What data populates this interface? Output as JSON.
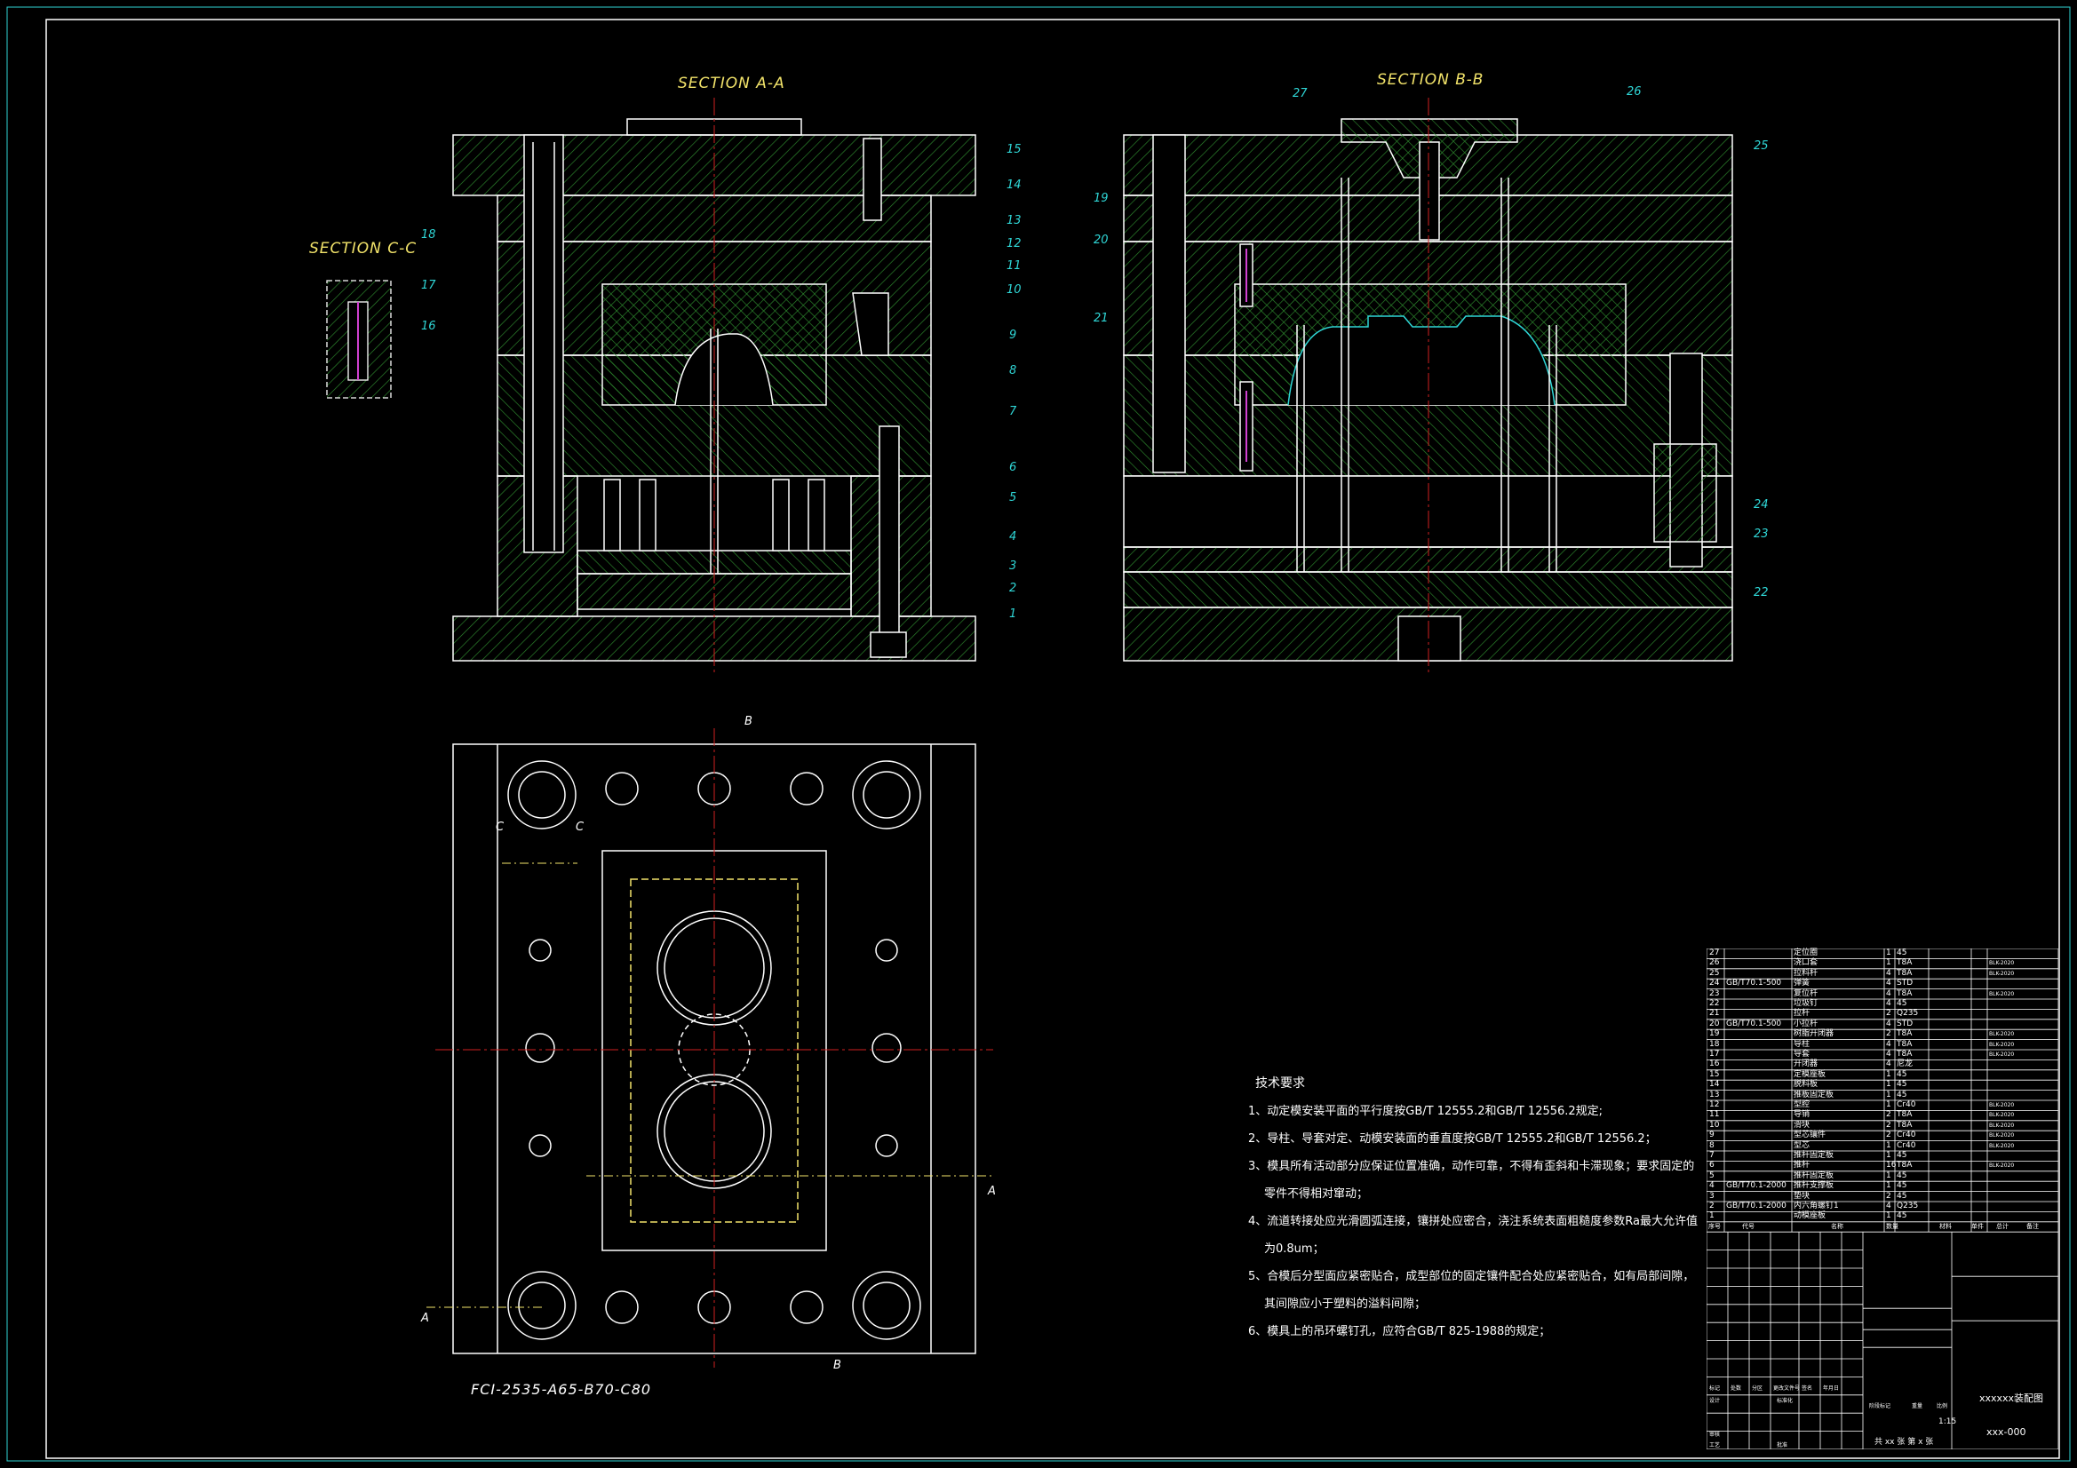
{
  "views": {
    "section_aa": "SECTION A-A",
    "section_bb": "SECTION B-B",
    "section_cc": "SECTION C-C"
  },
  "callouts": {
    "aa": [
      "15",
      "14",
      "13",
      "12",
      "11",
      "10",
      "9",
      "8",
      "7",
      "6",
      "5",
      "4",
      "3",
      "2",
      "1",
      "18",
      "17",
      "16"
    ],
    "bb": [
      "27",
      "26",
      "25",
      "19",
      "20",
      "21",
      "24",
      "23",
      "22"
    ]
  },
  "cut_marks": {
    "a": "A",
    "b": "B",
    "c": "C"
  },
  "model_code": "FCI-2535-A65-B70-C80",
  "tech_requirements": {
    "title": "技术要求",
    "items": [
      "1、动定模安装平面的平行度按GB/T 12555.2和GB/T 12556.2规定;",
      "2、导柱、导套对定、动模安装面的垂直度按GB/T 12555.2和GB/T 12556.2；",
      "3、模具所有活动部分应保证位置准确，动作可靠，不得有歪斜和卡滞现象；要求固定的",
      "零件不得相对窜动；",
      "4、流道转接处应光滑圆弧连接，镶拼处应密合，浇注系统表面粗糙度参数Ra最大允许值",
      "为0.8um；",
      "5、合模后分型面应紧密贴合，成型部位的固定镶件配合处应紧密贴合，如有局部间隙，",
      "其间隙应小于塑料的溢料间隙；",
      "6、模具上的吊环螺钉孔，应符合GB/T 825-1988的规定；"
    ]
  },
  "bom": [
    {
      "no": "27",
      "std": "",
      "name": "定位圈",
      "qty": "1",
      "mat": "45",
      "note": ""
    },
    {
      "no": "26",
      "std": "",
      "name": "浇口套",
      "qty": "1",
      "mat": "T8A",
      "note": "BLK-2020"
    },
    {
      "no": "25",
      "std": "",
      "name": "拉料杆",
      "qty": "4",
      "mat": "T8A",
      "note": "BLK-2020"
    },
    {
      "no": "24",
      "std": "GB/T70.1-500",
      "name": "弹簧",
      "qty": "4",
      "mat": "STD",
      "note": ""
    },
    {
      "no": "23",
      "std": "",
      "name": "复位杆",
      "qty": "4",
      "mat": "T8A",
      "note": "BLK-2020"
    },
    {
      "no": "22",
      "std": "",
      "name": "垃圾钉",
      "qty": "4",
      "mat": "45",
      "note": ""
    },
    {
      "no": "21",
      "std": "",
      "name": "拉杆",
      "qty": "2",
      "mat": "Q235",
      "note": ""
    },
    {
      "no": "20",
      "std": "GB/T70.1-500",
      "name": "小拉杆",
      "qty": "4",
      "mat": "STD",
      "note": ""
    },
    {
      "no": "19",
      "std": "",
      "name": "树脂开闭器",
      "qty": "2",
      "mat": "T8A",
      "note": "BLK-2020"
    },
    {
      "no": "18",
      "std": "",
      "name": "导柱",
      "qty": "4",
      "mat": "T8A",
      "note": "BLK-2020"
    },
    {
      "no": "17",
      "std": "",
      "name": "导套",
      "qty": "4",
      "mat": "T8A",
      "note": "BLK-2020"
    },
    {
      "no": "16",
      "std": "",
      "name": "开闭器",
      "qty": "4",
      "mat": "尼龙",
      "note": ""
    },
    {
      "no": "15",
      "std": "",
      "name": "定模座板",
      "qty": "1",
      "mat": "45",
      "note": ""
    },
    {
      "no": "14",
      "std": "",
      "name": "脱料板",
      "qty": "1",
      "mat": "45",
      "note": ""
    },
    {
      "no": "13",
      "std": "",
      "name": "推板固定板",
      "qty": "1",
      "mat": "45",
      "note": ""
    },
    {
      "no": "12",
      "std": "",
      "name": "型腔",
      "qty": "1",
      "mat": "Cr40",
      "note": "BLK-2020"
    },
    {
      "no": "11",
      "std": "",
      "name": "导销",
      "qty": "2",
      "mat": "T8A",
      "note": "BLK-2020"
    },
    {
      "no": "10",
      "std": "",
      "name": "滑块",
      "qty": "2",
      "mat": "T8A",
      "note": "BLK-2020"
    },
    {
      "no": "9",
      "std": "",
      "name": "型芯镶件",
      "qty": "2",
      "mat": "Cr40",
      "note": "BLK-2020"
    },
    {
      "no": "8",
      "std": "",
      "name": "型芯",
      "qty": "1",
      "mat": "Cr40",
      "note": "BLK-2020"
    },
    {
      "no": "7",
      "std": "",
      "name": "推杆固定板",
      "qty": "1",
      "mat": "45",
      "note": ""
    },
    {
      "no": "6",
      "std": "",
      "name": "推杆",
      "qty": "16",
      "mat": "T8A",
      "note": "BLK-2020"
    },
    {
      "no": "5",
      "std": "",
      "name": "推杆固定板",
      "qty": "1",
      "mat": "45",
      "note": ""
    },
    {
      "no": "4",
      "std": "GB/T70.1-2000",
      "name": "推杆支撑板",
      "qty": "1",
      "mat": "45",
      "note": ""
    },
    {
      "no": "3",
      "std": "",
      "name": "垫块",
      "qty": "2",
      "mat": "45",
      "note": ""
    },
    {
      "no": "2",
      "std": "GB/T70.1-2000",
      "name": "内六角螺钉1",
      "qty": "4",
      "mat": "Q235",
      "note": ""
    },
    {
      "no": "1",
      "std": "",
      "name": "动模座板",
      "qty": "1",
      "mat": "45",
      "note": ""
    }
  ],
  "bom_header": {
    "no": "序号",
    "std": "代号",
    "name": "名称",
    "qty": "数量",
    "mat": "材料",
    "w1": "单件",
    "w2": "总计",
    "note": "备注"
  },
  "title_block": {
    "drawing_name": "xxxxxx装配图",
    "drawing_code": "xxx-000",
    "scale": "1:15",
    "sheets": "共 xx 张  第 x 张",
    "labels": [
      "标记",
      "处数",
      "分区",
      "更改文件号",
      "签名",
      "年月日",
      "设计",
      "标准化",
      "阶段标记",
      "重量",
      "比例",
      "审核",
      "工艺",
      "批准"
    ]
  },
  "colors": {
    "background": "#000000",
    "outline": "#ffffff",
    "hatch": "#2e8b2e",
    "center_line": "#d02020",
    "callout": "#2fd6d6",
    "title_text": "#f2e36a",
    "hidden_line": "#f2e36a",
    "accent_magenta": "#d040d0"
  }
}
